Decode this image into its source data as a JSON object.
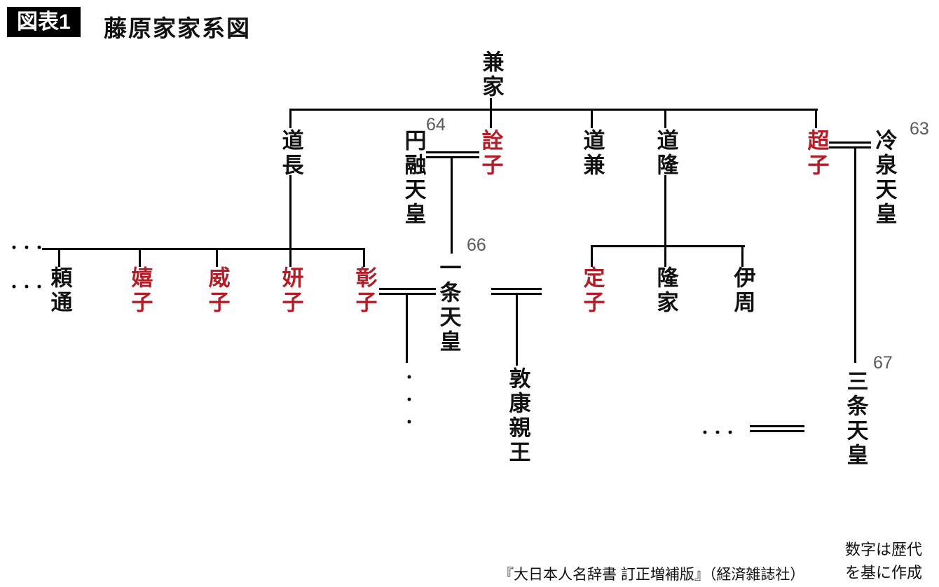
{
  "title": {
    "badge": "図表1",
    "text": "藤原家家系図"
  },
  "colors": {
    "red": "#b21e28",
    "ink": "#111111",
    "gray": "#5a5a5a"
  },
  "tree": {
    "kaneie": "兼家",
    "michinaga": "道長",
    "senshi": "詮子",
    "michikane": "道兼",
    "michitaka": "道隆",
    "choshi": "超子",
    "enyu_tenno": "円融天皇",
    "reizei_tenno": "冷泉天皇",
    "ichijo_tenno": "一条天皇",
    "sanjo_tenno": "三条天皇",
    "yorimichi": "頼通",
    "kishi": "嬉子",
    "ishi": "威子",
    "kenshi": "妍子",
    "shoshi": "彰子",
    "teishi": "定子",
    "takaie": "隆家",
    "korechika": "伊周",
    "atsuyasu_shinno": "敦康親王"
  },
  "reign_numbers": {
    "enyu": "64",
    "reizei": "63",
    "ichijo": "66",
    "sanjo": "67"
  },
  "ellipsis": {
    "h": "･･･",
    "v": "･･･"
  },
  "footer": {
    "source": "『大日本人名辞書 訂正増補版』（経済雑誌社）",
    "note_line1": "数字は歴代",
    "note_line2": "を基に作成"
  }
}
